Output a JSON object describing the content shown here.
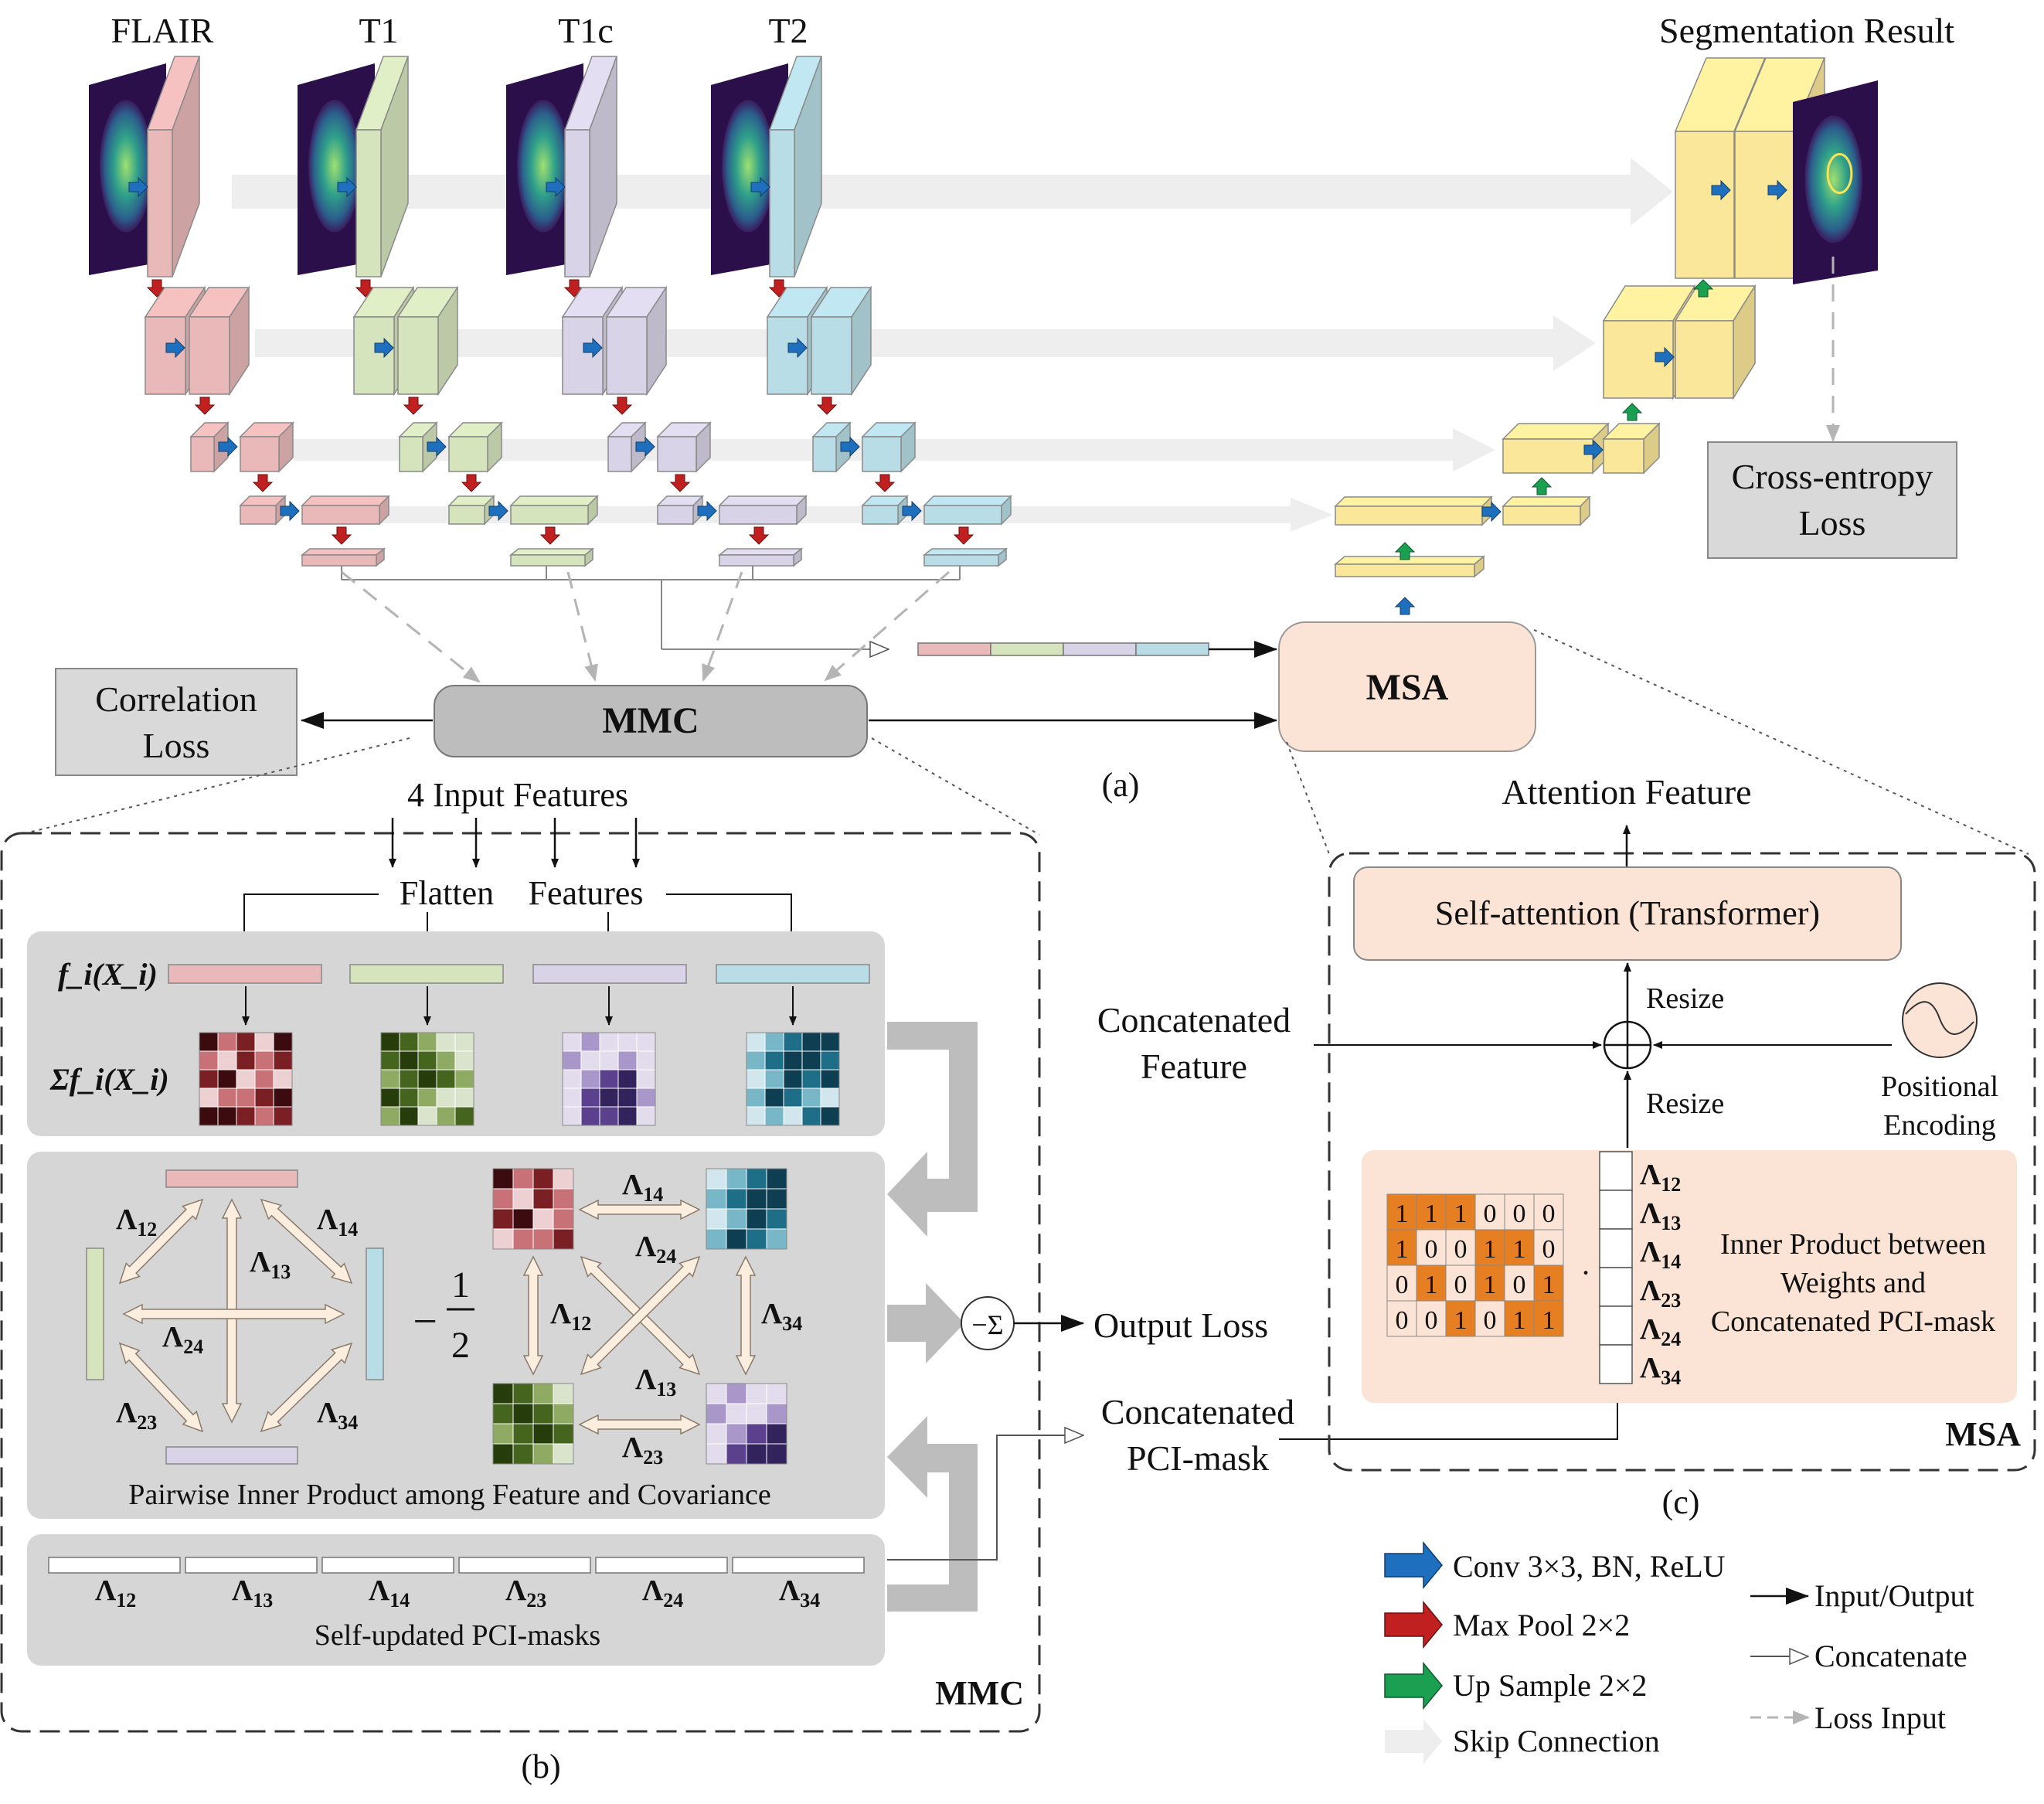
{
  "modalities": [
    "FLAIR",
    "T1",
    "T1c",
    "T2"
  ],
  "segmentation_result": "Segmentation Result",
  "cross_entropy_loss": [
    "Cross-entropy",
    "Loss"
  ],
  "correlation_loss": [
    "Correlation",
    "Loss"
  ],
  "mmc_label": "MMC",
  "msa_label": "MSA",
  "sub_a": "(a)",
  "sub_b": "(b)",
  "sub_c": "(c)",
  "input_features": "4 Input Features",
  "flatten": "Flatten",
  "features": "Features",
  "f_label": "f_i(X_i)",
  "sigma_label": "Σf_i(X_i)",
  "minus_half": {
    "minus": "−",
    "num": "1",
    "den": "2"
  },
  "pairwise_caption": "Pairwise Inner Product among Feature and Covariance",
  "self_updated_caption": "Self-updated PCI-masks",
  "lambdas": [
    "Λ12",
    "Λ13",
    "Λ14",
    "Λ23",
    "Λ24",
    "Λ34"
  ],
  "output_loss": "Output Loss",
  "minus_sigma": "−Σ",
  "concat_pci": [
    "Concatenated",
    "PCI-mask"
  ],
  "attention_feature": "Attention Feature",
  "self_attention": "Self-attention (Transformer)",
  "concat_feature": [
    "Concatenated",
    "Feature"
  ],
  "resize": "Resize",
  "positional_encoding": [
    "Positional",
    "Encoding"
  ],
  "inner_product": [
    "Inner Product between",
    "Weights and",
    "Concatenated PCI-mask"
  ],
  "mask_matrix": [
    [
      1,
      1,
      1,
      0,
      0,
      0
    ],
    [
      1,
      0,
      0,
      1,
      1,
      0
    ],
    [
      0,
      1,
      0,
      1,
      0,
      1
    ],
    [
      0,
      0,
      1,
      0,
      1,
      1
    ]
  ],
  "mask_dot": "·",
  "legend": {
    "conv": "Conv 3×3, BN, ReLU",
    "maxpool": "Max Pool 2×2",
    "upsample": "Up Sample 2×2",
    "skip": "Skip Connection",
    "io": "Input/Output",
    "concat": "Concatenate",
    "loss_input": "Loss Input"
  },
  "colors": {
    "flair": "#e9b8b8",
    "t1": "#d6e4bd",
    "t1c": "#d8d3e6",
    "t2": "#b8dde6",
    "decoder": "#fbe79a",
    "mmc_box": "#bdbdbd",
    "msa_box": "#fbe4d6",
    "panel": "#d6d6d6",
    "orange": "#e67e22",
    "conv_arrow": "#1f6fbf",
    "pool_arrow": "#c0201f",
    "up_arrow": "#1aa050",
    "skip": "#eeeeee"
  }
}
